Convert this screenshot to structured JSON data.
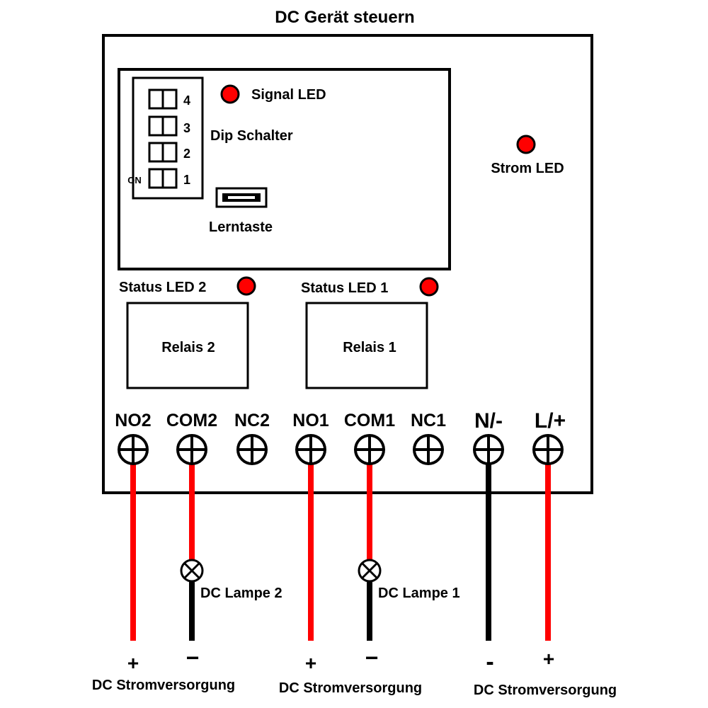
{
  "title": "DC Gerät steuern",
  "labels": {
    "signal_led": "Signal LED",
    "dip_switch": "Dip Schalter",
    "learn_button": "Lerntaste",
    "power_led": "Strom LED",
    "status_led_2": "Status LED 2",
    "status_led_1": "Status LED 1",
    "relay_2": "Relais 2",
    "relay_1": "Relais 1",
    "dip_on": "ON",
    "lamp_2": "DC Lampe 2",
    "lamp_1": "DC Lampe 1"
  },
  "dip_numbers": [
    "4",
    "3",
    "2",
    "1"
  ],
  "terminals": [
    "NO2",
    "COM2",
    "NC2",
    "NO1",
    "COM1",
    "NC1",
    "N/-",
    "L/+"
  ],
  "polarity": {
    "p1": "+",
    "p2": "−",
    "p3": "+",
    "p4": "−",
    "p5": "-",
    "p6": "+"
  },
  "supply_labels": [
    "DC Stromversorgung",
    "DC Stromversorgung",
    "DC Stromversorgung"
  ],
  "colors": {
    "led_red": "#ff0000",
    "wire_red": "#ff0000",
    "wire_black": "#000000"
  }
}
